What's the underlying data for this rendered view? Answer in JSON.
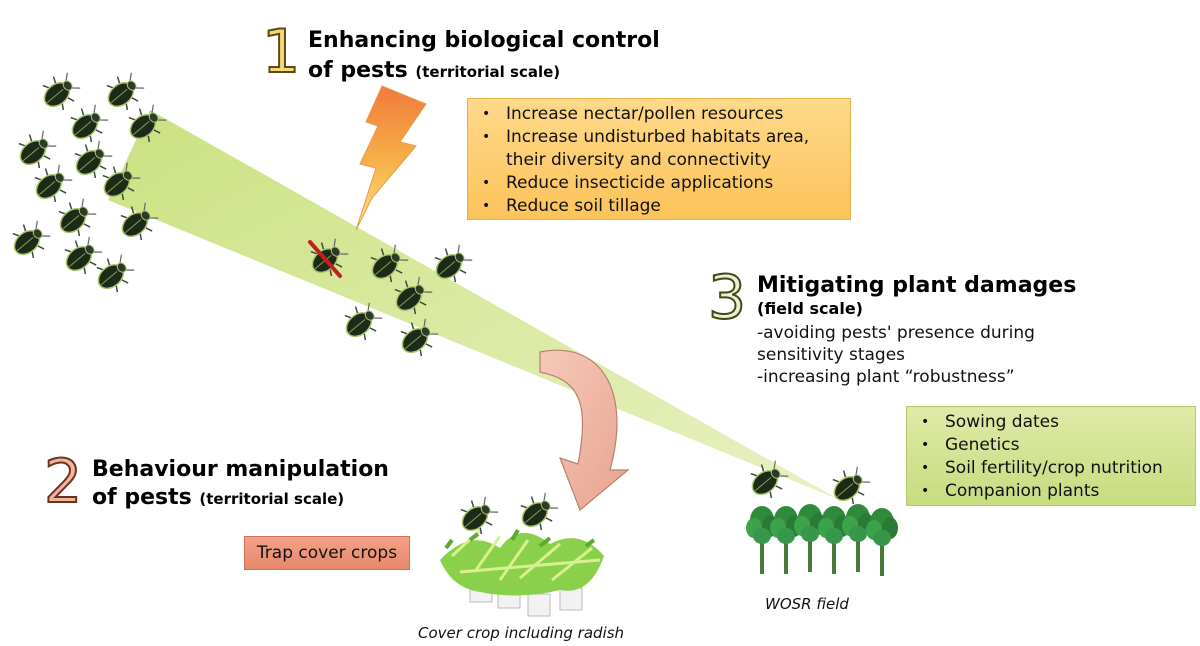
{
  "section1": {
    "number": "1",
    "title_line1": "Enhancing biological control",
    "title_line2": "of pests",
    "scale": "(territorial scale)",
    "bullets": [
      "Increase nectar/pollen resources",
      "Increase undisturbed habitats area,",
      "their diversity and connectivity",
      "Reduce insecticide applications",
      "Reduce soil tillage"
    ],
    "box_color": "#fbc35a"
  },
  "section2": {
    "number": "2",
    "title_line1": "Behaviour manipulation",
    "title_line2": "of pests",
    "scale": "(territorial scale)",
    "box_label": "Trap cover crops",
    "box_color": "#e8876a",
    "caption": "Cover crop including radish"
  },
  "section3": {
    "number": "3",
    "title": "Mitigating plant damages",
    "scale": "(field scale)",
    "descriptions": [
      "-avoiding pests' presence during",
      "sensitivity stages",
      "-increasing plant “robustness”"
    ],
    "bullets": [
      "Sowing dates",
      "Genetics",
      "Soil fertility/crop nutrition",
      "Companion plants"
    ],
    "box_color": "#c7dc80",
    "caption": "WOSR field"
  },
  "icons": [
    "lightning-icon",
    "beetle-icon",
    "strike-mark-icon",
    "curved-arrow-icon",
    "radish-plant-icon",
    "rapeseed-plant-icon"
  ]
}
